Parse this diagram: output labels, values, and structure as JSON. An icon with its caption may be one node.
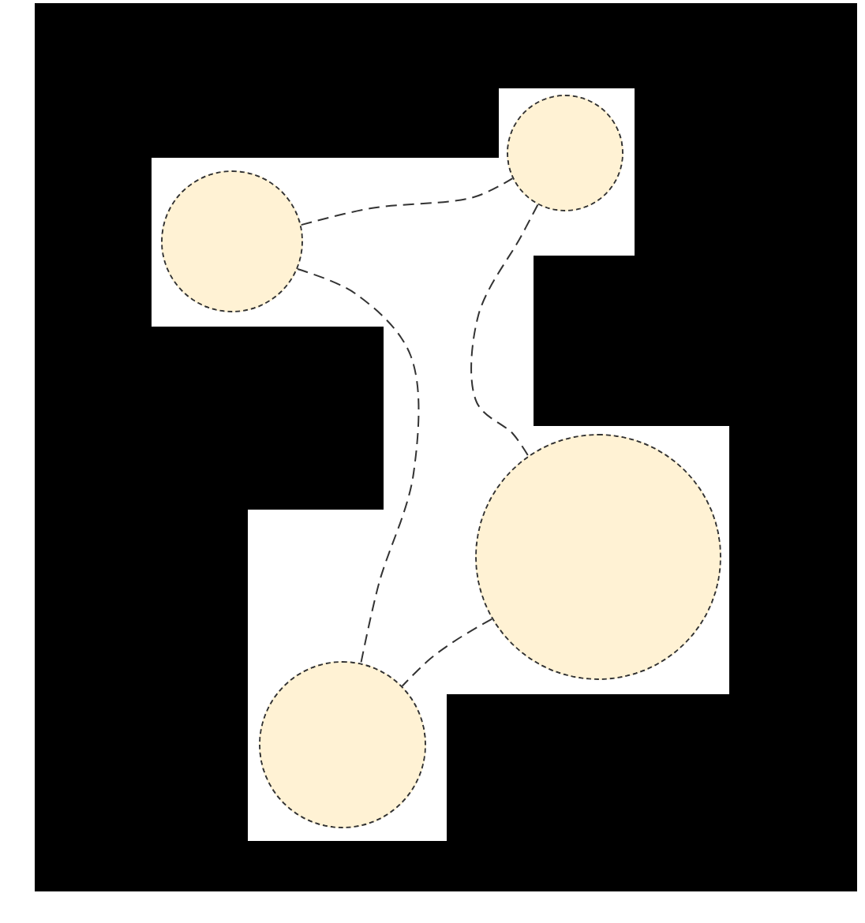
{
  "diagram": {
    "nodes": [
      {
        "text": [],
        "shape": "circle"
      },
      {
        "text": [],
        "shape": "circle"
      },
      {
        "text": [],
        "shape": "circle"
      },
      {
        "text": [],
        "shape": "circle"
      }
    ],
    "edges": [
      {
        "from": 0,
        "to": 1,
        "arrow": "none",
        "style": "dashed"
      },
      {
        "from": 0,
        "to": 3,
        "arrow": "none",
        "style": "dashed"
      },
      {
        "from": 1,
        "to": 2,
        "arrow": "none",
        "style": "dashed"
      },
      {
        "from": 2,
        "to": 3,
        "arrow": "none",
        "style": "dashed"
      }
    ]
  }
}
